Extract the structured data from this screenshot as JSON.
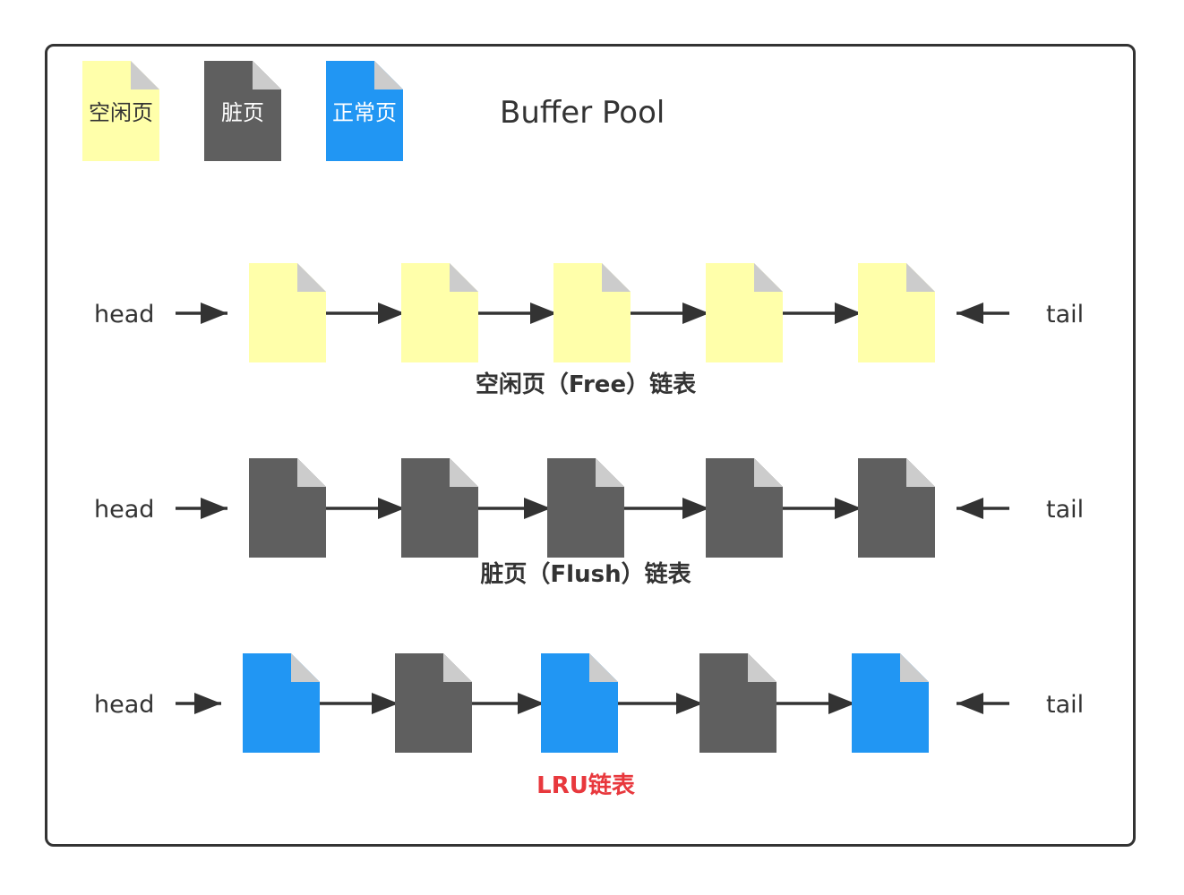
{
  "title": "Buffer Pool",
  "legend": [
    {
      "label": "空闲页",
      "kind": "free"
    },
    {
      "label": "脏页",
      "kind": "dirty"
    },
    {
      "label": "正常页",
      "kind": "normal"
    }
  ],
  "colors": {
    "free": "#FFFFAA",
    "dirty": "#5F5F5F",
    "normal": "#2196F3",
    "fold": "#CCCCCC",
    "arrow": "#333333",
    "border": "#333333",
    "text": "#333333",
    "lru_label": "#E8383D"
  },
  "lists": [
    {
      "head": "head",
      "tail": "tail",
      "pages": [
        "free",
        "free",
        "free",
        "free",
        "free"
      ],
      "caption": "空闲页（Free）链表",
      "caption_color": "text"
    },
    {
      "head": "head",
      "tail": "tail",
      "pages": [
        "dirty",
        "dirty",
        "dirty",
        "dirty",
        "dirty"
      ],
      "caption": "脏页（Flush）链表",
      "caption_color": "text"
    },
    {
      "head": "head",
      "tail": "tail",
      "pages": [
        "normal",
        "dirty",
        "normal",
        "dirty",
        "normal"
      ],
      "caption": "LRU链表",
      "caption_color": "lru_label"
    }
  ]
}
